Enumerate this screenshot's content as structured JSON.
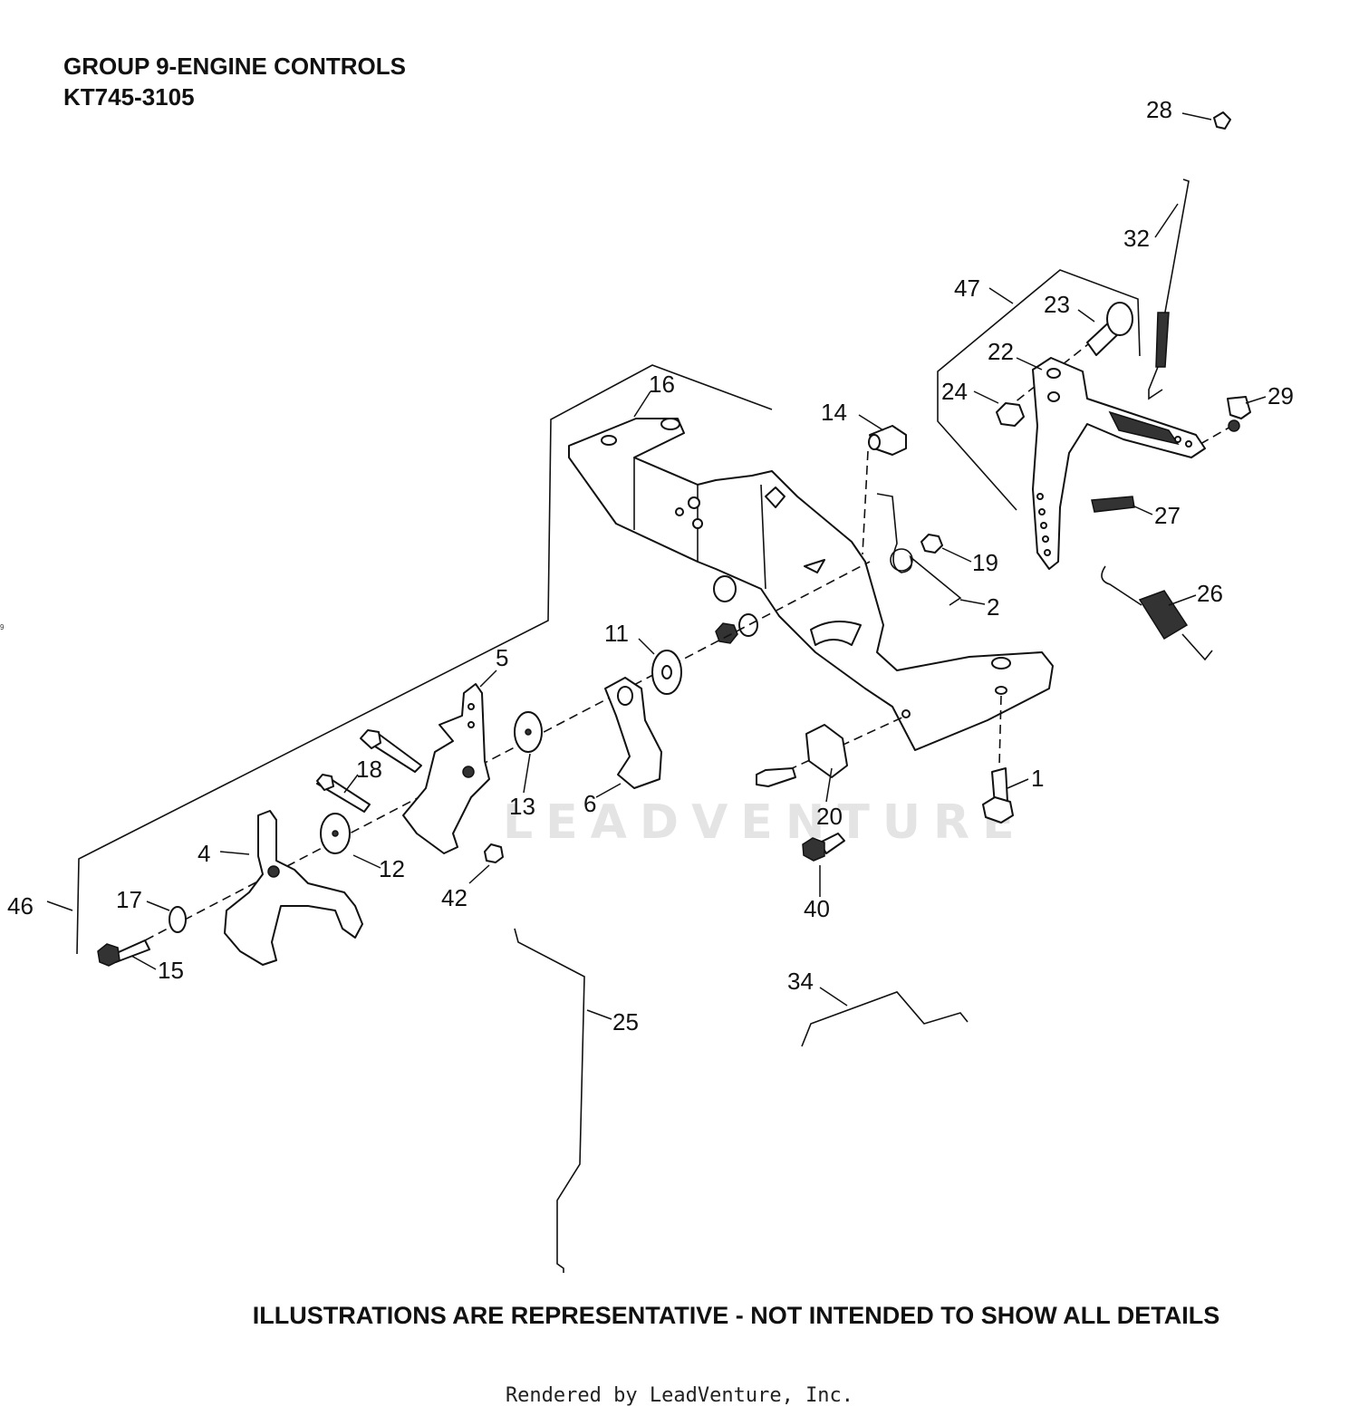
{
  "header": {
    "group_title": "GROUP 9-ENGINE CONTROLS",
    "model": "KT745-3105"
  },
  "callouts": [
    {
      "id": "c1",
      "label": "1"
    },
    {
      "id": "c2",
      "label": "2"
    },
    {
      "id": "c4",
      "label": "4"
    },
    {
      "id": "c5",
      "label": "5"
    },
    {
      "id": "c6",
      "label": "6"
    },
    {
      "id": "c11",
      "label": "11"
    },
    {
      "id": "c12",
      "label": "12"
    },
    {
      "id": "c13",
      "label": "13"
    },
    {
      "id": "c14",
      "label": "14"
    },
    {
      "id": "c15",
      "label": "15"
    },
    {
      "id": "c16",
      "label": "16"
    },
    {
      "id": "c17",
      "label": "17"
    },
    {
      "id": "c18",
      "label": "18"
    },
    {
      "id": "c19",
      "label": "19"
    },
    {
      "id": "c20",
      "label": "20"
    },
    {
      "id": "c22",
      "label": "22"
    },
    {
      "id": "c23",
      "label": "23"
    },
    {
      "id": "c24",
      "label": "24"
    },
    {
      "id": "c25",
      "label": "25"
    },
    {
      "id": "c26",
      "label": "26"
    },
    {
      "id": "c27",
      "label": "27"
    },
    {
      "id": "c28",
      "label": "28"
    },
    {
      "id": "c29",
      "label": "29"
    },
    {
      "id": "c32",
      "label": "32"
    },
    {
      "id": "c34",
      "label": "34"
    },
    {
      "id": "c40",
      "label": "40"
    },
    {
      "id": "c42",
      "label": "42"
    },
    {
      "id": "c46",
      "label": "46"
    },
    {
      "id": "c47",
      "label": "47"
    }
  ],
  "disclaimer": "ILLUSTRATIONS ARE REPRESENTATIVE - NOT INTENDED TO SHOW ALL DETAILS",
  "watermark": "LEADVENTURE",
  "footer": "Rendered by LeadVenture, Inc.",
  "stray_mark": "9"
}
